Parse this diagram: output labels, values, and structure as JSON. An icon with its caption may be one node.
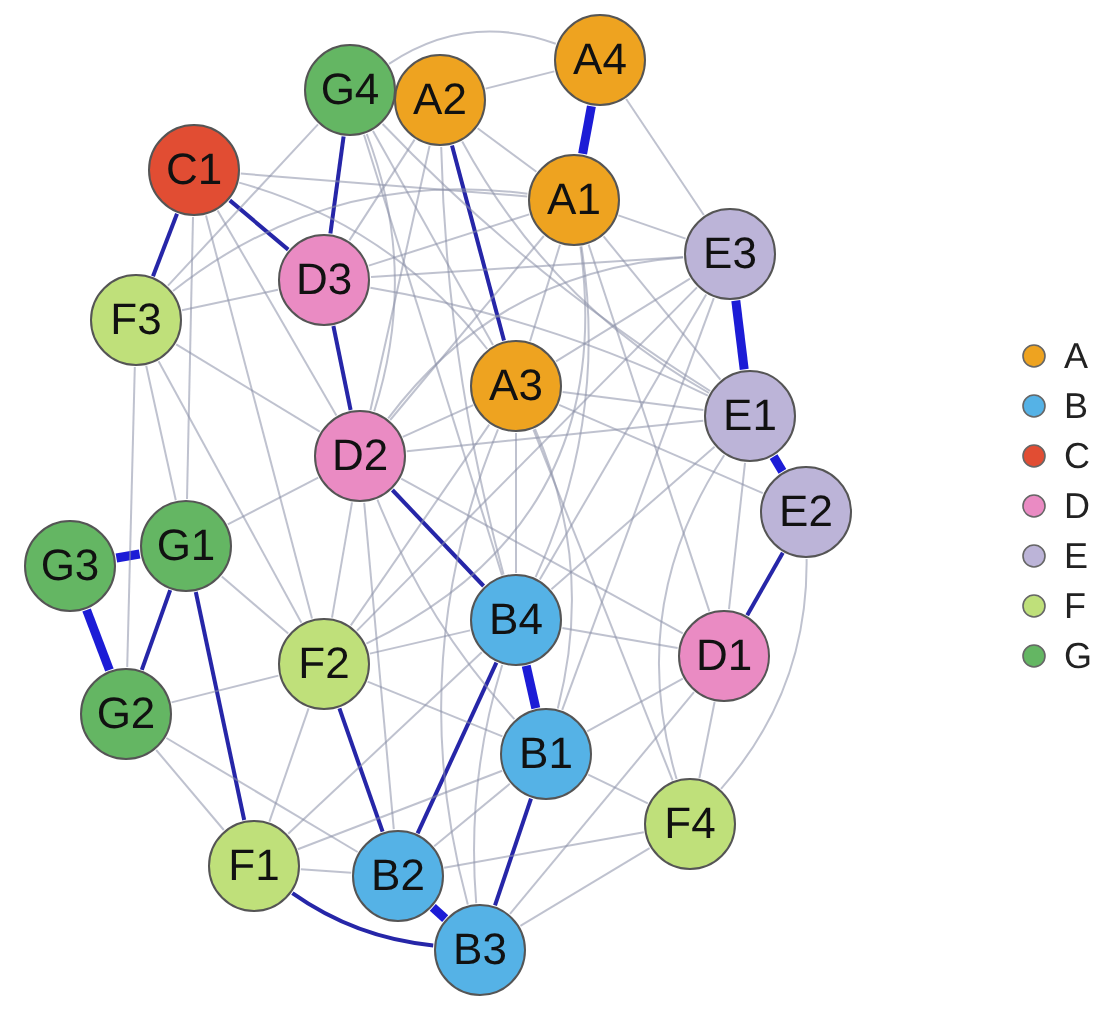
{
  "diagram": {
    "nodes": [
      {
        "text": [
          "G4"
        ]
      },
      {
        "text": [
          "A2"
        ]
      },
      {
        "text": [
          "A4"
        ]
      },
      {
        "text": [
          "C1"
        ]
      },
      {
        "text": [
          "A1"
        ]
      },
      {
        "text": [
          "E3"
        ]
      },
      {
        "text": [
          "F3"
        ]
      },
      {
        "text": [
          "D3"
        ]
      },
      {
        "text": [
          "A3"
        ]
      },
      {
        "text": [
          "E1"
        ]
      },
      {
        "text": [
          "D2"
        ]
      },
      {
        "text": [
          "E2"
        ]
      },
      {
        "text": [
          "G3"
        ]
      },
      {
        "text": [
          "G1"
        ]
      },
      {
        "text": [
          "B4"
        ]
      },
      {
        "text": [
          "D1"
        ]
      },
      {
        "text": [
          "F2"
        ]
      },
      {
        "text": [
          "G2"
        ]
      },
      {
        "text": [
          "B1"
        ]
      },
      {
        "text": [
          "F4"
        ]
      },
      {
        "text": [
          "F1"
        ]
      },
      {
        "text": [
          "B2"
        ]
      },
      {
        "text": [
          "B3"
        ]
      }
    ],
    "edges": [
      {
        "from": 2,
        "to": 4,
        "arrow": "none",
        "style": "thick",
        "color": "#1c1cd6"
      },
      {
        "from": 5,
        "to": 9,
        "arrow": "none",
        "style": "thick",
        "color": "#1c1cd6"
      },
      {
        "from": 9,
        "to": 11,
        "arrow": "none",
        "style": "thick",
        "color": "#1c1cd6"
      },
      {
        "from": 12,
        "to": 13,
        "arrow": "none",
        "style": "thick",
        "color": "#1c1cd6"
      },
      {
        "from": 12,
        "to": 17,
        "arrow": "none",
        "style": "thick",
        "color": "#1c1cd6"
      },
      {
        "from": 14,
        "to": 18,
        "arrow": "none",
        "style": "thick",
        "color": "#1c1cd6"
      },
      {
        "from": 21,
        "to": 22,
        "arrow": "none",
        "style": "thick",
        "color": "#1c1cd6"
      },
      {
        "from": 3,
        "to": 7,
        "arrow": "none",
        "color": "#2626a8"
      },
      {
        "from": 3,
        "to": 6,
        "arrow": "none",
        "color": "#2626a8"
      },
      {
        "from": 0,
        "to": 7,
        "arrow": "none",
        "color": "#2626a8"
      },
      {
        "from": 7,
        "to": 10,
        "arrow": "none",
        "color": "#2626a8"
      },
      {
        "from": 13,
        "to": 20,
        "arrow": "none",
        "color": "#2626a8"
      },
      {
        "from": 16,
        "to": 21,
        "arrow": "none",
        "color": "#2626a8"
      },
      {
        "from": 10,
        "to": 14,
        "arrow": "none",
        "color": "#2626a8"
      },
      {
        "from": 13,
        "to": 17,
        "arrow": "none",
        "color": "#2626a8"
      },
      {
        "from": 1,
        "to": 8,
        "arrow": "none",
        "color": "#2626a8"
      },
      {
        "from": 14,
        "to": 21,
        "arrow": "none",
        "color": "#2626a8"
      },
      {
        "from": 18,
        "to": 22,
        "arrow": "none",
        "color": "#2626a8"
      },
      {
        "from": 11,
        "to": 15,
        "arrow": "none",
        "color": "#2626a8"
      },
      {
        "from": 20,
        "to": 22,
        "arrow": "none",
        "color": "#2626a8"
      },
      {
        "from": 1,
        "to": 2,
        "arrow": "none"
      },
      {
        "from": 0,
        "to": 2,
        "arrow": "none"
      },
      {
        "from": 2,
        "to": 5,
        "arrow": "none"
      },
      {
        "from": 4,
        "to": 1,
        "arrow": "none"
      },
      {
        "from": 4,
        "to": 5,
        "arrow": "none"
      },
      {
        "from": 4,
        "to": 9,
        "arrow": "none"
      },
      {
        "from": 4,
        "to": 15,
        "arrow": "none"
      },
      {
        "from": 4,
        "to": 7,
        "arrow": "none"
      },
      {
        "from": 4,
        "to": 6,
        "arrow": "none"
      },
      {
        "from": 4,
        "to": 3,
        "arrow": "none"
      },
      {
        "from": 4,
        "to": 8,
        "arrow": "none"
      },
      {
        "from": 4,
        "to": 14,
        "arrow": "none"
      },
      {
        "from": 4,
        "to": 16,
        "arrow": "none"
      },
      {
        "from": 4,
        "to": 10,
        "arrow": "none"
      },
      {
        "from": 1,
        "to": 7,
        "arrow": "none"
      },
      {
        "from": 1,
        "to": 10,
        "arrow": "none"
      },
      {
        "from": 1,
        "to": 14,
        "arrow": "none"
      },
      {
        "from": 1,
        "to": 9,
        "arrow": "none"
      },
      {
        "from": 0,
        "to": 6,
        "arrow": "none"
      },
      {
        "from": 0,
        "to": 8,
        "arrow": "none"
      },
      {
        "from": 0,
        "to": 14,
        "arrow": "none"
      },
      {
        "from": 0,
        "to": 10,
        "arrow": "none"
      },
      {
        "from": 0,
        "to": 9,
        "arrow": "none"
      },
      {
        "from": 3,
        "to": 10,
        "arrow": "none"
      },
      {
        "from": 3,
        "to": 13,
        "arrow": "none"
      },
      {
        "from": 3,
        "to": 16,
        "arrow": "none"
      },
      {
        "from": 3,
        "to": 8,
        "arrow": "none"
      },
      {
        "from": 6,
        "to": 10,
        "arrow": "none"
      },
      {
        "from": 6,
        "to": 13,
        "arrow": "none"
      },
      {
        "from": 6,
        "to": 17,
        "arrow": "none"
      },
      {
        "from": 6,
        "to": 7,
        "arrow": "none"
      },
      {
        "from": 6,
        "to": 16,
        "arrow": "none"
      },
      {
        "from": 5,
        "to": 7,
        "arrow": "none"
      },
      {
        "from": 5,
        "to": 10,
        "arrow": "none"
      },
      {
        "from": 5,
        "to": 8,
        "arrow": "none"
      },
      {
        "from": 5,
        "to": 14,
        "arrow": "none"
      },
      {
        "from": 5,
        "to": 16,
        "arrow": "none"
      },
      {
        "from": 5,
        "to": 18,
        "arrow": "none"
      },
      {
        "from": 9,
        "to": 8,
        "arrow": "none"
      },
      {
        "from": 9,
        "to": 15,
        "arrow": "none"
      },
      {
        "from": 9,
        "to": 14,
        "arrow": "none"
      },
      {
        "from": 9,
        "to": 7,
        "arrow": "none"
      },
      {
        "from": 9,
        "to": 19,
        "arrow": "none"
      },
      {
        "from": 11,
        "to": 19,
        "arrow": "none"
      },
      {
        "from": 11,
        "to": 8,
        "arrow": "none"
      },
      {
        "from": 10,
        "to": 16,
        "arrow": "none"
      },
      {
        "from": 10,
        "to": 13,
        "arrow": "none"
      },
      {
        "from": 10,
        "to": 18,
        "arrow": "none"
      },
      {
        "from": 10,
        "to": 9,
        "arrow": "none"
      },
      {
        "from": 10,
        "to": 21,
        "arrow": "none"
      },
      {
        "from": 8,
        "to": 14,
        "arrow": "none"
      },
      {
        "from": 8,
        "to": 19,
        "arrow": "none"
      },
      {
        "from": 8,
        "to": 18,
        "arrow": "none"
      },
      {
        "from": 8,
        "to": 10,
        "arrow": "none"
      },
      {
        "from": 8,
        "to": 16,
        "arrow": "none"
      },
      {
        "from": 8,
        "to": 22,
        "arrow": "none"
      },
      {
        "from": 15,
        "to": 18,
        "arrow": "none"
      },
      {
        "from": 15,
        "to": 19,
        "arrow": "none"
      },
      {
        "from": 15,
        "to": 14,
        "arrow": "none"
      },
      {
        "from": 15,
        "to": 22,
        "arrow": "none"
      },
      {
        "from": 15,
        "to": 10,
        "arrow": "none"
      },
      {
        "from": 13,
        "to": 16,
        "arrow": "none"
      },
      {
        "from": 17,
        "to": 16,
        "arrow": "none"
      },
      {
        "from": 17,
        "to": 20,
        "arrow": "none"
      },
      {
        "from": 17,
        "to": 21,
        "arrow": "none"
      },
      {
        "from": 16,
        "to": 14,
        "arrow": "none"
      },
      {
        "from": 16,
        "to": 20,
        "arrow": "none"
      },
      {
        "from": 16,
        "to": 18,
        "arrow": "none"
      },
      {
        "from": 20,
        "to": 14,
        "arrow": "none"
      },
      {
        "from": 20,
        "to": 18,
        "arrow": "none"
      },
      {
        "from": 20,
        "to": 21,
        "arrow": "none"
      },
      {
        "from": 18,
        "to": 19,
        "arrow": "none"
      },
      {
        "from": 18,
        "to": 21,
        "arrow": "none"
      },
      {
        "from": 21,
        "to": 19,
        "arrow": "none"
      },
      {
        "from": 22,
        "to": 19,
        "arrow": "none"
      },
      {
        "from": 22,
        "to": 14,
        "arrow": "none"
      }
    ],
    "legend": [
      {
        "text": "A",
        "color": "#eea320"
      },
      {
        "text": "B",
        "color": "#55b2e6"
      },
      {
        "text": "C",
        "color": "#e14d33"
      },
      {
        "text": "D",
        "color": "#ea8bc3"
      },
      {
        "text": "E",
        "color": "#bcb4d8"
      },
      {
        "text": "F",
        "color": "#bfe07a"
      },
      {
        "text": "G",
        "color": "#64b663"
      }
    ]
  }
}
